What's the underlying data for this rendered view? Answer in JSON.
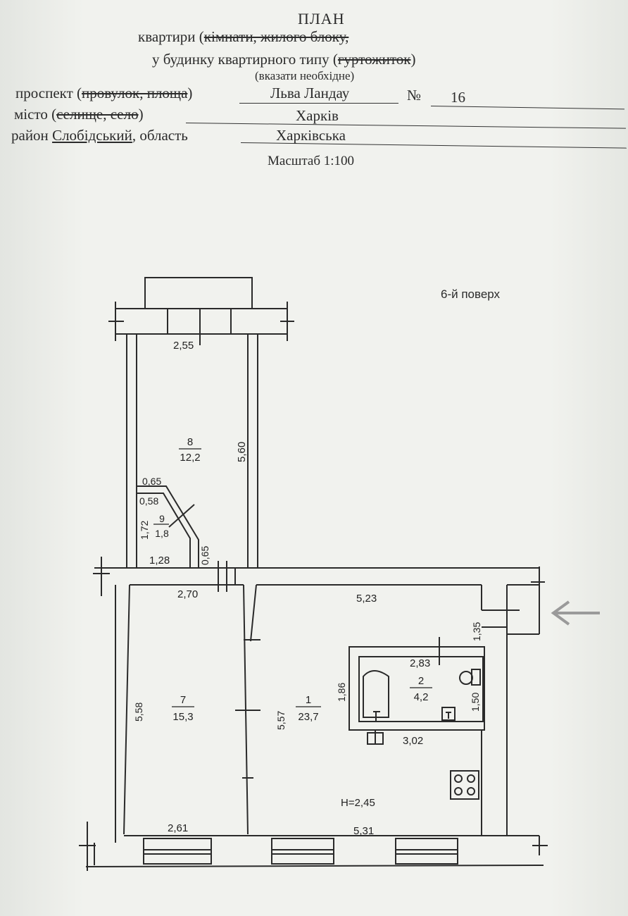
{
  "header": {
    "title": "ПЛАН",
    "line1_prefix": "квартири (",
    "line1_struck": "кімнати, жилого блоку,",
    "line2_prefix": "у будинку квартирного типу (",
    "line2_struck": "гуртожиток",
    "line2_suffix": ")",
    "note": "(вказати необхідне)"
  },
  "address": {
    "street_label_prefix": "проспект (",
    "street_label_struck": "провулок, площа",
    "street_label_suffix": ")",
    "street_value": "Льва Ландау",
    "number_label": "№",
    "number_value": "16",
    "city_label_prefix": "місто (",
    "city_label_struck": "селище, село",
    "city_label_suffix": ")",
    "city_value": "Харків",
    "district_label": "район",
    "district_value": "Слобідський",
    "region_label": ", область",
    "region_value": "Харківська"
  },
  "scale": "Масштаб 1:100",
  "floor": "6-й поверх",
  "rooms": [
    {
      "number": "8",
      "area": "12,2"
    },
    {
      "number": "9",
      "area": "1,8"
    },
    {
      "number": "7",
      "area": "15,3"
    },
    {
      "number": "1",
      "area": "23,7"
    },
    {
      "number": "2",
      "area": "4,2"
    }
  ],
  "dimensions": {
    "d_255": "2,55",
    "d_560": "5,60",
    "d_065a": "0,65",
    "d_058": "0,58",
    "d_172": "1,72",
    "d_128": "1,28",
    "d_065b": "0,65",
    "d_270": "2,70",
    "d_523": "5,23",
    "d_135": "1,35",
    "d_283": "2,83",
    "d_186": "1,86",
    "d_150": "1,50",
    "d_302": "3,02",
    "d_558": "5,58",
    "d_557": "5,57",
    "d_261": "2,61",
    "d_531": "5,31"
  },
  "ceiling_height": "H=2,45"
}
